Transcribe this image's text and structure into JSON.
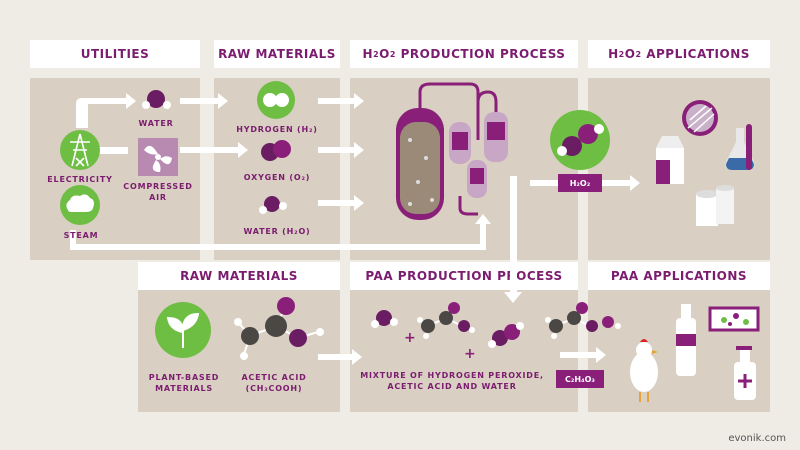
{
  "headers": {
    "utilities": "UTILITIES",
    "raw_materials_top": "RAW MATERIALS",
    "h2o2_process_pre": "H",
    "h2o2_process_sub1": "2",
    "h2o2_process_mid": "O",
    "h2o2_process_sub2": "2",
    "h2o2_process_post": " PRODUCTION PROCESS",
    "h2o2_apps_pre": "H",
    "h2o2_apps_sub1": "2",
    "h2o2_apps_mid": "O",
    "h2o2_apps_sub2": "2",
    "h2o2_apps_post": " APPLICATIONS",
    "raw_materials_bottom": "RAW MATERIALS",
    "paa_process": "PAA PRODUCTION PROCESS",
    "paa_apps": "PAA APPLICATIONS"
  },
  "labels": {
    "water": "WATER",
    "electricity": "ELECTRICITY",
    "compressed_air": "COMPRESSED\nAIR",
    "steam": "STEAM",
    "hydrogen": "HYDROGEN (H₂)",
    "oxygen": "OXYGEN (O₂)",
    "water_h2o": "WATER (H₂O)",
    "plant_based": "PLANT-BASED\nMATERIALS",
    "acetic_acid": "ACETIC ACID\n(CH₃COOH)",
    "mixture": "MIXTURE OF HYDROGEN PEROXIDE,\nACETIC ACID AND WATER"
  },
  "tags": {
    "h2o2": "H₂O₂",
    "paa": "C₂H₄O₃"
  },
  "footer": {
    "site": "evonik.com"
  },
  "colors": {
    "primary": "#8a1f7a",
    "green": "#6fbe44",
    "panel": "#d9d0c3",
    "arrow": "#ffffff"
  }
}
